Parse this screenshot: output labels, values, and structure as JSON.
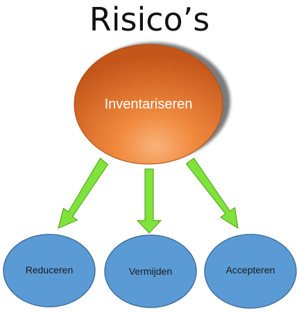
{
  "title": "Risico’s",
  "center_node": {
    "label": "Inventariseren"
  },
  "child_nodes": [
    {
      "label": "Reduceren"
    },
    {
      "label": "Vermijden"
    },
    {
      "label": "Accepteren"
    }
  ],
  "colors": {
    "center_fill_light": "#f7a060",
    "center_fill_dark": "#c95a18",
    "center_shadow": "#7a7a7a",
    "child_fill": "#5b9bd5",
    "child_stroke": "#41719c",
    "arrow_fill": "#7fe33b",
    "arrow_stroke": "#5aa821",
    "text_light": "#ffffff",
    "text_dark": "#1a1a1a"
  }
}
